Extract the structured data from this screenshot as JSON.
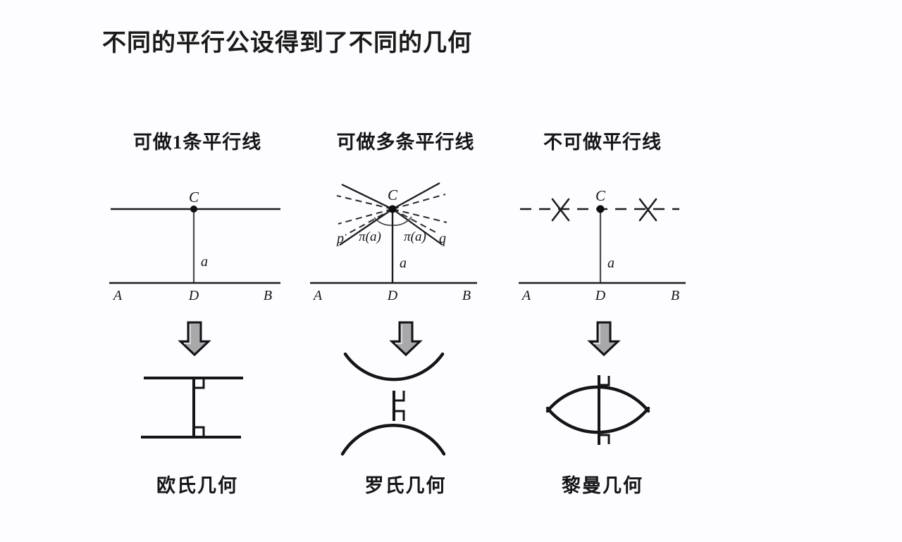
{
  "slide": {
    "title": "不同的平行公设得到了不同的几何",
    "background_color": "#fdfcfe",
    "ink_color": "#1b1b22"
  },
  "columns": [
    {
      "id": "euclidean",
      "header": "可做1条平行线",
      "footer": "欧氏几何",
      "arrow_icon": "down-arrow-icon",
      "top_diagram": {
        "kind": "euclid-parallel-postulate",
        "point_labels": [
          "C",
          "A",
          "D",
          "B"
        ],
        "segment_label": "a",
        "line_style_through_C": "solid",
        "parallels_count": 1
      },
      "bottom_diagram": {
        "kind": "flat-parallel-lines",
        "right_angle_marks": 2,
        "curvature": "zero"
      }
    },
    {
      "id": "lobachevskian",
      "header": "可做多条平行线",
      "footer": "罗氏几何",
      "arrow_icon": "down-arrow-icon",
      "top_diagram": {
        "kind": "hyperbolic-parallel-fan",
        "point_labels": [
          "C",
          "A",
          "D",
          "B"
        ],
        "segment_label": "a",
        "ray_labels": [
          "p",
          "q"
        ],
        "angle_labels": [
          "π(a)",
          "π(a)"
        ],
        "line_style_through_C": "solid-and-dashed-fan",
        "parallels_count": "many"
      },
      "bottom_diagram": {
        "kind": "hyperbolic-diverging-arcs",
        "right_angle_marks": 2,
        "curvature": "negative"
      }
    },
    {
      "id": "riemannian",
      "header": "不可做平行线",
      "footer": "黎曼几何",
      "arrow_icon": "down-arrow-icon",
      "top_diagram": {
        "kind": "no-parallel-crossed-out",
        "point_labels": [
          "C",
          "A",
          "D",
          "B"
        ],
        "segment_label": "a",
        "line_style_through_C": "dashed",
        "cross_out_marks": 2,
        "parallels_count": 0
      },
      "bottom_diagram": {
        "kind": "elliptic-converging-arcs",
        "right_angle_marks": 2,
        "curvature": "positive"
      }
    }
  ]
}
